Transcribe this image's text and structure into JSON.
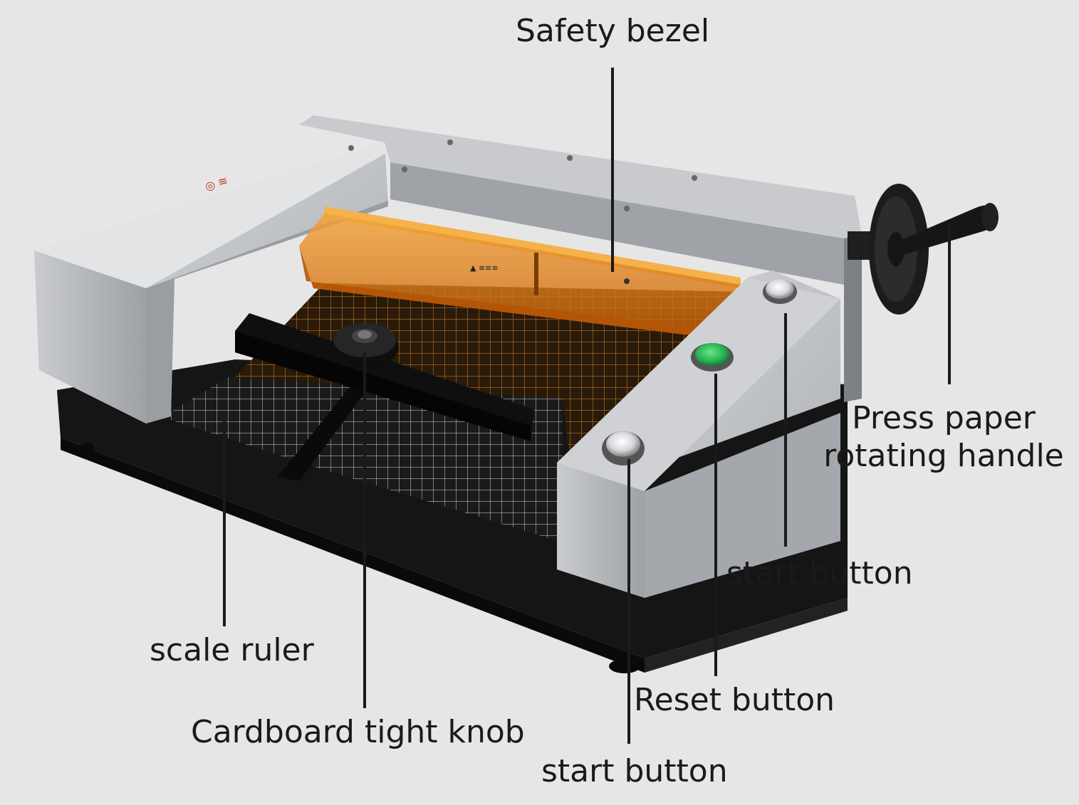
{
  "labels": {
    "safety_bezel": "Safety bezel",
    "press_paper_line1": "Press paper",
    "press_paper_line2": "rotating handle",
    "start_button_upper": "start button",
    "reset_button": "Reset button",
    "start_button_lower": "start button",
    "scale_ruler": "scale ruler",
    "cardboard_knob": "Cardboard tight knob"
  },
  "colors": {
    "background": "#e6e6e6",
    "body_silver": "#b9bcc0",
    "base_black": "#151515",
    "bezel_orange": "#e8820f",
    "reset_green": "#2fbf55",
    "leader_line": "#1a1a1a"
  }
}
